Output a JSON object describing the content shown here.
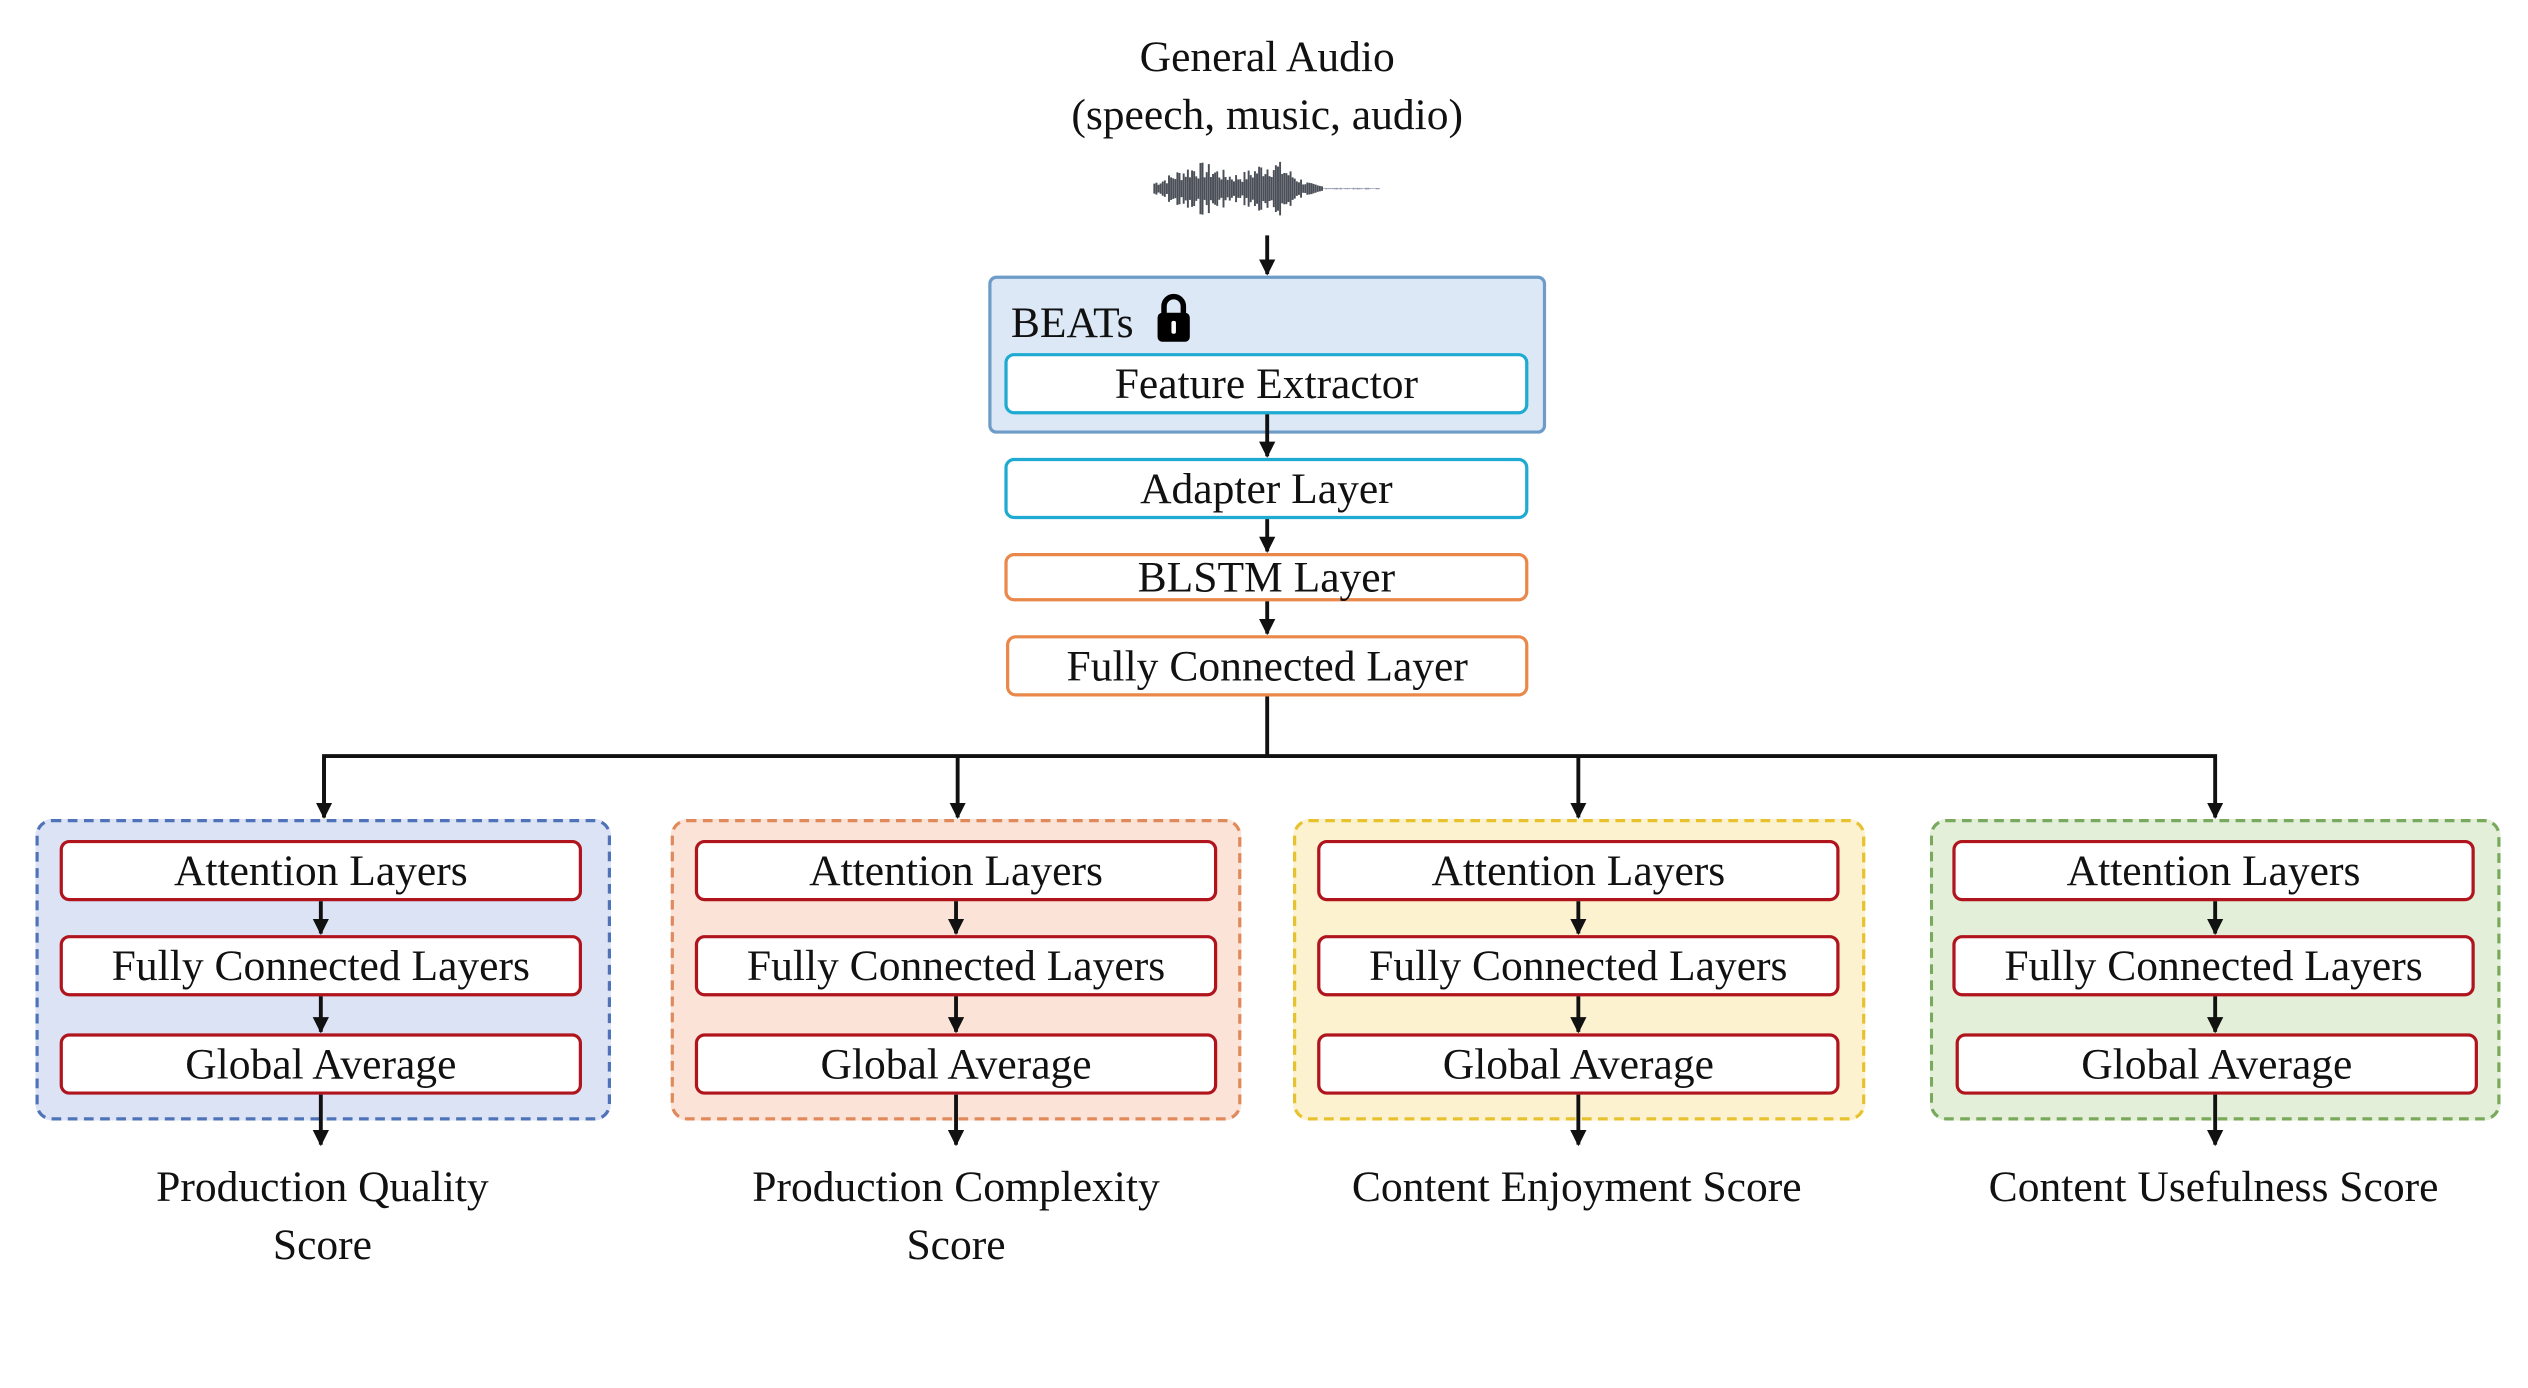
{
  "input": {
    "title": "General Audio",
    "subtitle": "(speech, music, audio)",
    "waveform_icon": "waveform-icon"
  },
  "encoder": {
    "name": "BEATs",
    "lock_icon": "lock-icon",
    "feature_extractor": "Feature Extractor"
  },
  "shared_layers": {
    "adapter": "Adapter Layer",
    "blstm": "BLSTM Layer",
    "fc": "Fully Connected Layer"
  },
  "heads": [
    {
      "id": "production-quality",
      "color": "#dbe3f5",
      "attention": "Attention Layers",
      "fc": "Fully Connected Layers",
      "pool": "Global Average",
      "score": "Production Quality\nScore"
    },
    {
      "id": "production-complexity",
      "color": "#fbe3d8",
      "attention": "Attention Layers",
      "fc": "Fully Connected Layers",
      "pool": "Global Average",
      "score": "Production Complexity\nScore"
    },
    {
      "id": "content-enjoyment",
      "color": "#fdf2d0",
      "attention": "Attention Layers",
      "fc": "Fully Connected Layers",
      "pool": "Global Average",
      "score": "Content Enjoyment Score"
    },
    {
      "id": "content-usefulness",
      "color": "#e3efd8",
      "attention": "Attention Layers",
      "fc": "Fully Connected Layers",
      "pool": "Global Average",
      "score": "Content Usefulness Score"
    }
  ],
  "colors": {
    "encoder_fill": "#dce8f6",
    "cyan_border": "#1eaad1",
    "orange_border": "#e9884a",
    "red_border": "#b0141d"
  }
}
